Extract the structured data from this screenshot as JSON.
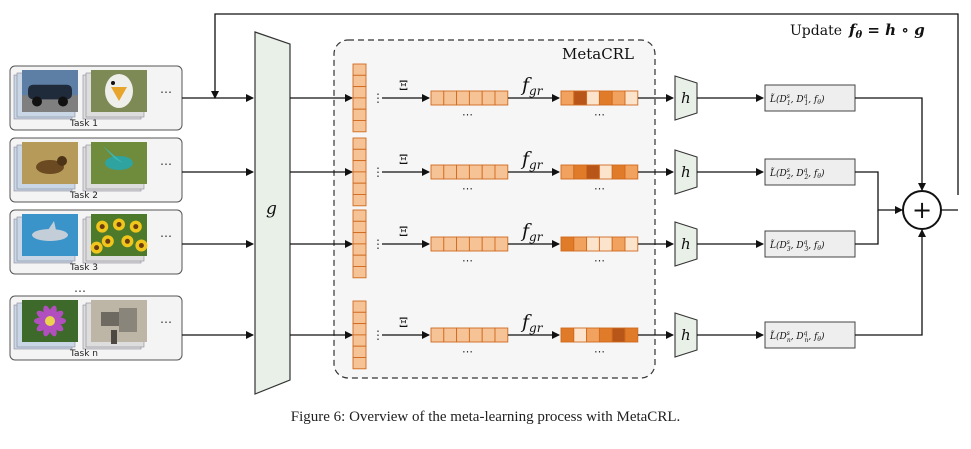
{
  "update_label": "Update",
  "update_formula": "f",
  "update_formula_sub": "θ",
  "update_formula_rest": " = h ∘ g",
  "meta_label": "MetaCRL",
  "g_label": "g",
  "h_label": "h",
  "xi_label": "Ξ",
  "fgr_label": "f",
  "fgr_sub": "gr",
  "ellipsis": "⋯",
  "vdots": "⋮",
  "plus": "+",
  "task_dots": "…",
  "tasks": [
    {
      "label": "Task 1",
      "img_a": "car-photo",
      "img_b": "bird-photo"
    },
    {
      "label": "Task 2",
      "img_a": "dog-photo",
      "img_b": "hummingbird-photo"
    },
    {
      "label": "Task 3",
      "img_a": "dolphin-photo",
      "img_b": "sunflower-photo"
    },
    {
      "label": "Task n",
      "img_a": "flower-photo",
      "img_b": "machine-photo"
    }
  ],
  "losses": [
    {
      "pre": "L̃(",
      "d1": "D",
      "s1": "s",
      "i1": "1",
      "d2": "D",
      "s2": "q",
      "i2": "1",
      "post": ", f",
      "fsub": "θ",
      "end": ")"
    },
    {
      "pre": "L̃(",
      "d1": "D",
      "s1": "s",
      "i1": "2",
      "d2": "D",
      "s2": "q",
      "i2": "2",
      "post": ", f",
      "fsub": "θ",
      "end": ")"
    },
    {
      "pre": "L̃(",
      "d1": "D",
      "s1": "s",
      "i1": "3",
      "d2": "D",
      "s2": "q",
      "i2": "3",
      "post": ", f",
      "fsub": "θ",
      "end": ")"
    },
    {
      "pre": "L̃(",
      "d1": "D",
      "s1": "s",
      "i1": "n",
      "d2": "D",
      "s2": "q",
      "i2": "n",
      "post": ", f",
      "fsub": "θ",
      "end": ")"
    }
  ],
  "masks": [
    [
      1,
      3,
      0,
      2,
      1,
      0
    ],
    [
      1,
      2,
      3,
      0,
      2,
      1
    ],
    [
      2,
      1,
      0,
      0,
      1,
      0
    ],
    [
      2,
      0,
      1,
      2,
      3,
      2
    ]
  ],
  "colors": {
    "orange_light": "#f5c396",
    "orange_border": "#d06a1f",
    "mask_levels": [
      "#fbe3cc",
      "#f1a25e",
      "#e07b2a",
      "#b8561a"
    ],
    "gray_fill": "#eeeeee",
    "panel_fill": "#ffffff"
  },
  "caption": "Figure 6: Overview of the meta-learning process with MetaCRL."
}
